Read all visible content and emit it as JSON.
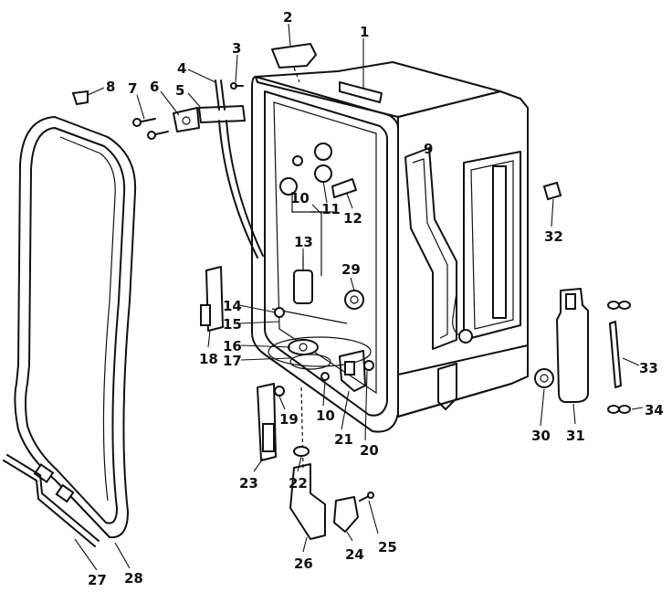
{
  "diagram": {
    "callouts": [
      {
        "id": "1"
      },
      {
        "id": "2"
      },
      {
        "id": "3"
      },
      {
        "id": "4"
      },
      {
        "id": "5"
      },
      {
        "id": "6"
      },
      {
        "id": "7"
      },
      {
        "id": "8"
      },
      {
        "id": "9"
      },
      {
        "id": "10a",
        "text": "10"
      },
      {
        "id": "11"
      },
      {
        "id": "12"
      },
      {
        "id": "13"
      },
      {
        "id": "14"
      },
      {
        "id": "15"
      },
      {
        "id": "16"
      },
      {
        "id": "17"
      },
      {
        "id": "18"
      },
      {
        "id": "29"
      },
      {
        "id": "10b",
        "text": "10"
      },
      {
        "id": "19"
      },
      {
        "id": "20"
      },
      {
        "id": "21"
      },
      {
        "id": "22"
      },
      {
        "id": "23"
      },
      {
        "id": "24"
      },
      {
        "id": "25"
      },
      {
        "id": "26"
      },
      {
        "id": "27"
      },
      {
        "id": "28"
      },
      {
        "id": "30"
      },
      {
        "id": "31"
      },
      {
        "id": "32"
      },
      {
        "id": "33"
      },
      {
        "id": "34"
      }
    ]
  }
}
